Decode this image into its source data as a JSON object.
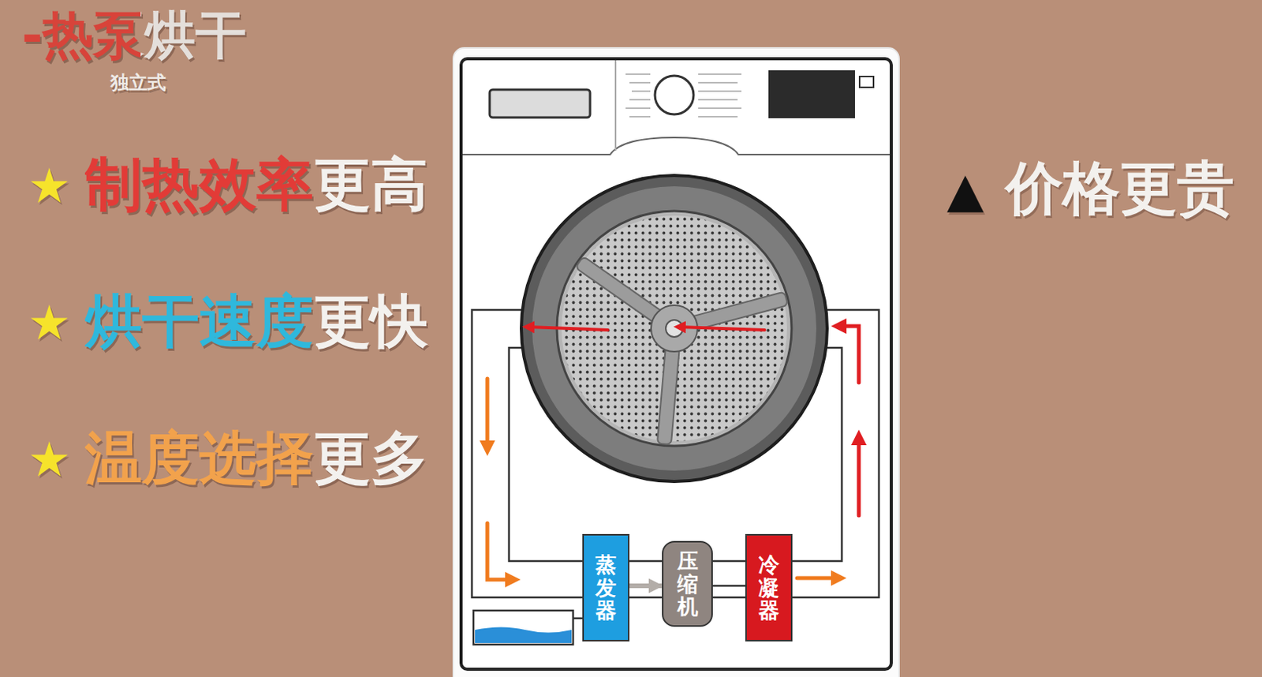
{
  "diagram": {
    "title": "-热泵烘干",
    "nodes": [
      {
        "text": [
          "蒸发器"
        ]
      },
      {
        "text": [
          "压缩机"
        ]
      },
      {
        "text": [
          "冷凝器"
        ]
      }
    ],
    "edges": [
      {
        "from": 0,
        "to": 1,
        "arrow": "to"
      },
      {
        "from": 1,
        "to": 2,
        "arrow": "none"
      }
    ],
    "labels": [
      "独立式",
      "★",
      "制热效率更高",
      "★",
      "烘干速度更快",
      "★",
      "温度选择更多",
      "▲",
      "价格更贵"
    ]
  }
}
